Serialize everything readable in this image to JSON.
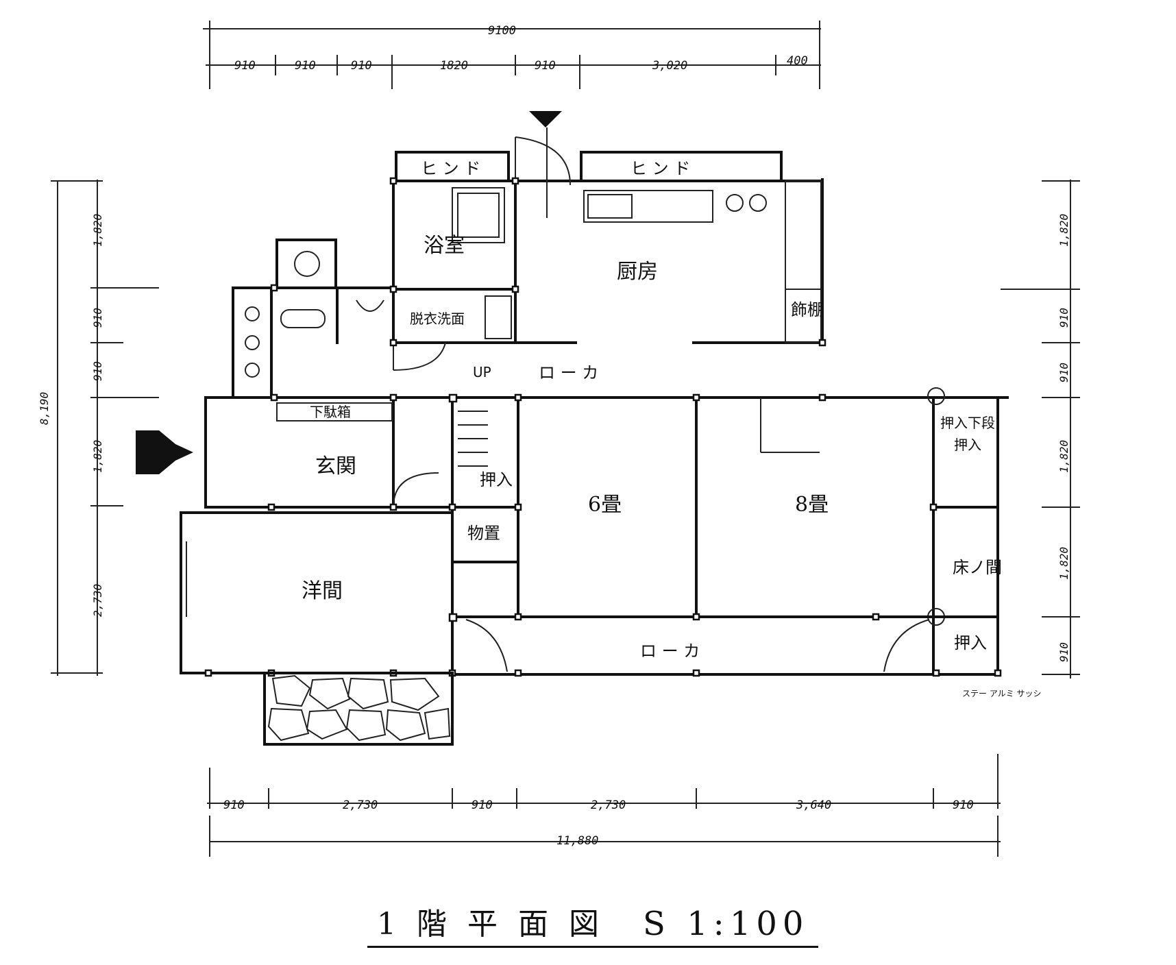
{
  "title": {
    "main": "1階平面図",
    "scale": "S 1:100"
  },
  "rooms": {
    "bath": "浴室",
    "kitchen": "厨房",
    "dressing": "脱衣洗面",
    "entrance": "玄関",
    "western": "洋間",
    "six_mat": "6畳",
    "eight_mat": "8畳",
    "tokonoma": "床ノ間",
    "storage": "物置",
    "closet_a": "押入",
    "closet_b": "押入",
    "closet_c": "押入",
    "upper_closet": "押入下段",
    "shelf": "飾棚",
    "shoe_rack": "下駄箱",
    "corridor_top": "ロ ー カ",
    "corridor_bottom": "ロ ー カ",
    "up": "UP",
    "porch_note": "ステー\nアルミ サッシ",
    "bath_door": "ヒ ン ド",
    "kitchen_door": "ヒ ン ド"
  },
  "dimensions": {
    "top_total": "9100",
    "top": [
      "910",
      "910",
      "910",
      "1820",
      "910",
      "3,020",
      "400"
    ],
    "bottom": [
      "910",
      "2,730",
      "910",
      "2,730",
      "3,640",
      "910"
    ],
    "bottom_total": "11,880",
    "left_total": "8,190",
    "left": [
      "1,820",
      "910",
      "910",
      "1,820",
      "2,730"
    ],
    "right": [
      "1,820",
      "910",
      "910",
      "1,820",
      "1,820",
      "910"
    ]
  }
}
